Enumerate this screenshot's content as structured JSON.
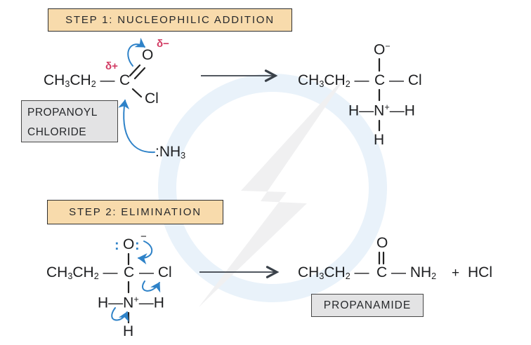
{
  "palette": {
    "background": "#ffffff",
    "ink": "#1d1e20",
    "step_box_fill": "#f8dbac",
    "step_box_border": "#2f2f2f",
    "name_box_fill": "#e3e3e4",
    "name_box_border": "#474747",
    "curly_arrow_blue": "#2e82c8",
    "partial_charge_red": "#d23b63",
    "reaction_arrow": "#3a4149",
    "watermark_ring": "#e9f2fa",
    "watermark_bolt": "#f0f0f1"
  },
  "step1": {
    "title": "STEP 1: NUCLEOPHILIC ADDITION",
    "reactant": {
      "chain": "CH_3_CH_2_ —",
      "carbon": "C",
      "delta_plus": "δ+",
      "oxygen": "O",
      "delta_minus": "δ−",
      "chlorine": "Cl",
      "nucleophile": ":NH_3_",
      "label_line1": "PROPANOYL",
      "label_line2": "CHLORIDE"
    },
    "product": {
      "oxygen": "O^−^",
      "chain": "CH_3_CH_2_ —",
      "carbon_row": "C — Cl",
      "ammonium_row": "H—N^+^—H",
      "bottom_h": "H"
    }
  },
  "step2": {
    "title": "STEP 2: ELIMINATION",
    "reactant": {
      "lone_pair_left": ":",
      "oxygen": "O",
      "lone_pair_right": ":",
      "charge": "−",
      "chain": "CH_3_CH_2_ —",
      "carbon": "C",
      "chloride": "— Cl",
      "ammonium_row": "H—N^+^—H",
      "bottom_h": "H"
    },
    "product": {
      "oxygen": "O",
      "chain": "CH_3_CH_2_ —",
      "carbon": "C",
      "amide": "— NH_2_",
      "plus": "+",
      "hcl": "HCl",
      "label": "PROPANAMIDE"
    }
  }
}
